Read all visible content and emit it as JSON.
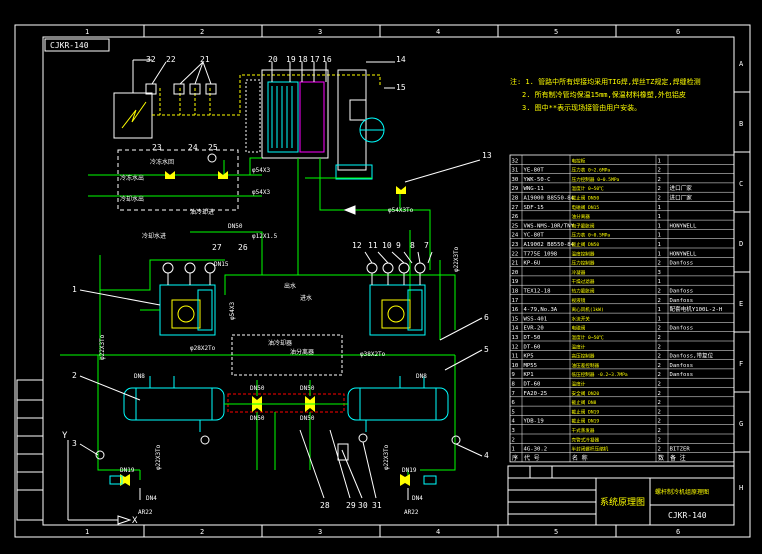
{
  "title_block": {
    "code_stamp": "CJKR-140",
    "drawing_title": "系统原理图",
    "drawing_subtitle": "螺杆制冷机组原理图",
    "drawing_code": "CJKR-140"
  },
  "frame": {
    "col_labels_top": [
      "1",
      "2",
      "3",
      "4",
      "5",
      "6"
    ],
    "col_labels_bottom": [
      "1",
      "2",
      "3",
      "4",
      "5",
      "6"
    ],
    "row_labels_right": [
      "A",
      "B",
      "C",
      "D",
      "E",
      "F",
      "G",
      "H"
    ]
  },
  "notes": {
    "line1": "注: 1. 管路中所有焊接均采用TIG焊,焊丝TZ规定,焊缝检测",
    "line2": "2. 所有制冷管均保温15mm,保温材料橡塑,外包铝皮",
    "line3": "3. 图中**表示现场接管由用户安装。"
  },
  "callouts": [
    "32",
    "22",
    "21",
    "20",
    "19",
    "18",
    "17",
    "16",
    "14",
    "15",
    "13",
    "23",
    "25",
    "24",
    "27",
    "26",
    "12",
    "11",
    "10",
    "9",
    "8",
    "7",
    "1",
    "2",
    "3",
    "4",
    "5",
    "6",
    "28",
    "29",
    "30",
    "31"
  ],
  "pipe_labels": {
    "p1": "φ54X3",
    "p2": "φ54X3",
    "p3": "φ54X3To",
    "p4": "φ22X3To",
    "p5": "φ22X3To",
    "p6": "φ28X2To",
    "p7": "φ38X2To",
    "p8": "DN15",
    "p9": "φ12X1.5",
    "p10": "DN8",
    "p11": "DN8",
    "p12": "DN50",
    "p13": "DN50",
    "p14": "DN50",
    "p15": "DN50",
    "p16": "DN19",
    "p17": "DN4",
    "p18": "AR22",
    "p19": "DN19",
    "p20": "DN4",
    "p21": "AR22",
    "p22": "DN50",
    "p23": "冷冻水回",
    "p24": "冷冻水出",
    "p25": "冷却水出",
    "p26": "冷却水进",
    "p27": "油冷却进",
    "p28": "出水",
    "p29": "进水"
  },
  "parts_table": {
    "header": [
      "序",
      "代 号",
      "名 称",
      "数",
      "备 注"
    ],
    "rows": [
      [
        "32",
        "",
        "电控柜",
        "1",
        ""
      ],
      [
        "31",
        "YE-80T",
        "压力表 0~2.6MPa",
        "2",
        ""
      ],
      [
        "30",
        "YWK-50-C",
        "压力控制器 0~0.5MPa",
        "2",
        ""
      ],
      [
        "29",
        "WNG-11",
        "温度计 0~50℃",
        "2",
        "进口厂家"
      ],
      [
        "28",
        "A19000 B8550-84",
        "截止阀 DN50",
        "2",
        "进口厂家"
      ],
      [
        "27",
        "SDF-15",
        "电磁阀 DN15",
        "1",
        ""
      ],
      [
        "26",
        "",
        "油分离器",
        "1",
        ""
      ],
      [
        "25",
        "VWS-NMS-10R/TNY",
        "电子膨胀阀",
        "1",
        "HONYWELL"
      ],
      [
        "24",
        "YC-80T",
        "压力表 0~0.5MPa",
        "1",
        ""
      ],
      [
        "23",
        "A19002 B8550-84",
        "截止阀 DN50",
        "1",
        ""
      ],
      [
        "22",
        "T775E 1098",
        "温度控制器",
        "1",
        "HONYWELL"
      ],
      [
        "21",
        "KP-6U",
        "压力控制器",
        "2",
        "Danfoss"
      ],
      [
        "20",
        "",
        "冷凝器",
        "3",
        ""
      ],
      [
        "19",
        "",
        "干燥过滤器",
        "1",
        ""
      ],
      [
        "18",
        "TEX12-18",
        "热力膨胀阀",
        "2",
        "Danfoss"
      ],
      [
        "17",
        "",
        "视液镜",
        "2",
        "Danfoss"
      ],
      [
        "16",
        "4-79,No.3A",
        "离心风机(1kW)",
        "1",
        "配套电机Y100L-2-H"
      ],
      [
        "15",
        "WSS-401",
        "水流开关",
        "1",
        ""
      ],
      [
        "14",
        "EVR-20",
        "电磁阀",
        "2",
        "Danfoss"
      ],
      [
        "13",
        "DT-50",
        "温度计 0~50℃",
        "2",
        ""
      ],
      [
        "12",
        "DT-60",
        "温度计",
        "2",
        ""
      ],
      [
        "11",
        "KP5",
        "高压控制器",
        "2",
        "Danfoss,带复位"
      ],
      [
        "10",
        "MP55",
        "油压差控制器",
        "2",
        "Danfoss"
      ],
      [
        "9",
        "KP1",
        "低压控制器 -0.2~3.7MPa",
        "2",
        "Danfoss"
      ],
      [
        "8",
        "DT-60",
        "温度计",
        "2",
        ""
      ],
      [
        "7",
        "FA20-25",
        "安全阀 DN20",
        "2",
        ""
      ],
      [
        "6",
        "",
        "截止阀 DN8",
        "2",
        ""
      ],
      [
        "5",
        "",
        "截止阀 DN19",
        "2",
        ""
      ],
      [
        "4",
        "YDB-19",
        "截止阀 DN19",
        "2",
        ""
      ],
      [
        "3",
        "",
        "干式蒸发器",
        "2",
        ""
      ],
      [
        "2",
        "",
        "壳管式冷凝器",
        "2",
        ""
      ],
      [
        "1",
        "4G-30.2",
        "半封闭螺杆压缩机",
        "2",
        "BITZER"
      ]
    ]
  },
  "axis_icon": {
    "y": "Y",
    "x": "X"
  },
  "center_box": {
    "label1": "油冷却器",
    "label2": "油分离器"
  },
  "colors": {
    "background": "#000000",
    "frame": "#ffffff",
    "pipe": "#00ff00",
    "annotation": "#ffffff",
    "note_text": "#ffff00",
    "table": "#ffffff",
    "table_text": "#00ffff",
    "dashed": "#ff0000",
    "component": "#00ffff",
    "valve": "#ffff00",
    "accent": "#ff00ff"
  }
}
